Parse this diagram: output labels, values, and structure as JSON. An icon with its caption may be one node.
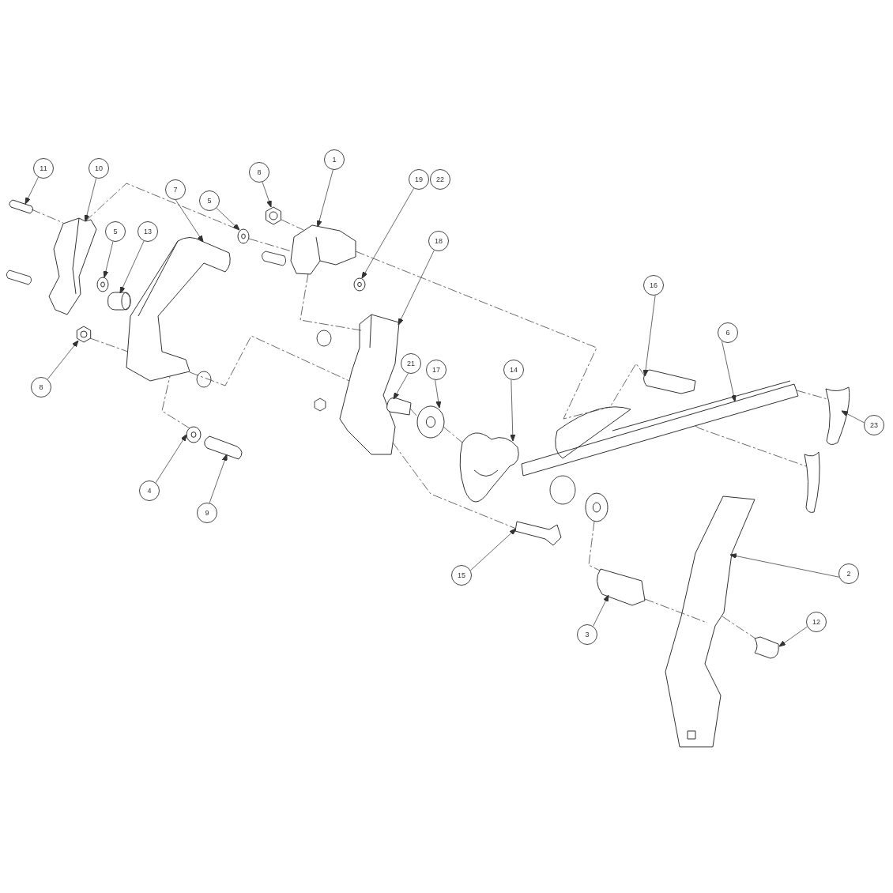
{
  "diagram": {
    "nodes": [
      {
        "text": [
          "11"
        ]
      },
      {
        "text": [
          "10"
        ]
      },
      {
        "text": [
          "7"
        ]
      },
      {
        "text": [
          "5"
        ]
      },
      {
        "text": [
          "8"
        ]
      },
      {
        "text": [
          "1"
        ]
      },
      {
        "text": [
          "19"
        ]
      },
      {
        "text": [
          "22"
        ]
      },
      {
        "text": [
          "5"
        ]
      },
      {
        "text": [
          "13"
        ]
      },
      {
        "text": [
          "18"
        ]
      },
      {
        "text": [
          "8"
        ]
      },
      {
        "text": [
          "16"
        ]
      },
      {
        "text": [
          "6"
        ]
      },
      {
        "text": [
          "21"
        ]
      },
      {
        "text": [
          "17"
        ]
      },
      {
        "text": [
          "14"
        ]
      },
      {
        "text": [
          "23"
        ]
      },
      {
        "text": [
          "4"
        ]
      },
      {
        "text": [
          "9"
        ]
      },
      {
        "text": [
          "15"
        ]
      },
      {
        "text": [
          "2"
        ]
      },
      {
        "text": [
          "3"
        ]
      },
      {
        "text": [
          "12"
        ]
      },
      {
        "text": [],
        "shape": "picture"
      },
      {
        "text": [],
        "shape": "picture"
      },
      {
        "text": [],
        "shape": "picture"
      },
      {
        "text": [],
        "shape": "circle"
      },
      {
        "text": [],
        "shape": "picture"
      },
      {
        "text": [],
        "shape": "picture"
      },
      {
        "text": [],
        "shape": "circle"
      },
      {
        "text": [],
        "shape": "circle"
      },
      {
        "text": [],
        "shape": "cylinder"
      },
      {
        "text": [],
        "shape": "picture"
      },
      {
        "text": [],
        "shape": "picture"
      },
      {
        "text": [],
        "shape": "picture"
      },
      {
        "text": [],
        "shape": "picture"
      },
      {
        "text": [],
        "shape": "picture"
      },
      {
        "text": [],
        "shape": "circle"
      },
      {
        "text": [],
        "shape": "picture"
      },
      {
        "text": [],
        "shape": "picture"
      },
      {
        "text": [],
        "shape": "circle"
      },
      {
        "text": [],
        "shape": "picture"
      },
      {
        "text": [],
        "shape": "picture"
      },
      {
        "text": [],
        "shape": "picture"
      },
      {
        "text": [],
        "shape": "picture"
      },
      {
        "text": [],
        "shape": "picture"
      },
      {
        "text": [],
        "shape": "circle"
      },
      {
        "text": [],
        "shape": "picture"
      }
    ],
    "edges": [
      {
        "from": 0,
        "to": 24,
        "arrow": "to"
      },
      {
        "from": 1,
        "to": 25,
        "arrow": "to"
      },
      {
        "from": 2,
        "to": 26,
        "arrow": "to"
      },
      {
        "from": 3,
        "to": 27,
        "arrow": "to"
      },
      {
        "from": 4,
        "to": 28,
        "arrow": "to"
      },
      {
        "from": 5,
        "to": 29,
        "arrow": "to"
      },
      {
        "from": 6,
        "to": 30,
        "arrow": "to"
      },
      {
        "from": 8,
        "to": 31,
        "arrow": "to"
      },
      {
        "from": 9,
        "to": 32,
        "arrow": "to"
      },
      {
        "from": 10,
        "to": 33,
        "arrow": "to"
      },
      {
        "from": 11,
        "to": 34,
        "arrow": "to"
      },
      {
        "from": 12,
        "to": 35,
        "arrow": "to"
      },
      {
        "from": 13,
        "to": 36,
        "arrow": "to"
      },
      {
        "from": 14,
        "to": 37,
        "arrow": "to"
      },
      {
        "from": 15,
        "to": 38,
        "arrow": "to"
      },
      {
        "from": 16,
        "to": 39,
        "arrow": "to"
      },
      {
        "from": 17,
        "to": 40,
        "arrow": "to"
      },
      {
        "from": 18,
        "to": 41,
        "arrow": "to"
      },
      {
        "from": 19,
        "to": 42,
        "arrow": "to"
      },
      {
        "from": 20,
        "to": 43,
        "arrow": "to"
      },
      {
        "from": 21,
        "to": 44,
        "arrow": "to"
      },
      {
        "from": 22,
        "to": 45,
        "arrow": "to"
      },
      {
        "from": 23,
        "to": 46,
        "arrow": "to"
      },
      {
        "from": 24,
        "to": 25,
        "arrow": "none",
        "style": "dashed"
      },
      {
        "from": 25,
        "to": 27,
        "arrow": "none",
        "style": "dashed"
      },
      {
        "from": 27,
        "to": 29,
        "arrow": "none",
        "style": "dashed"
      },
      {
        "from": 28,
        "to": 29,
        "arrow": "none",
        "style": "dashed"
      },
      {
        "from": 29,
        "to": 33,
        "arrow": "none",
        "style": "dashed"
      },
      {
        "from": 26,
        "to": 33,
        "arrow": "none",
        "style": "dashed"
      },
      {
        "from": 34,
        "to": 26,
        "arrow": "none",
        "style": "dashed"
      },
      {
        "from": 37,
        "to": 38,
        "arrow": "none",
        "style": "dashed"
      },
      {
        "from": 36,
        "to": 40,
        "arrow": "none",
        "style": "dashed"
      },
      {
        "from": 45,
        "to": 44,
        "arrow": "none",
        "style": "dashed"
      },
      {
        "from": 44,
        "to": 46,
        "arrow": "none",
        "style": "dashed"
      },
      {
        "from": 33,
        "to": 43,
        "arrow": "none",
        "style": "dashed"
      },
      {
        "from": 47,
        "to": 45,
        "arrow": "none",
        "style": "dashed"
      },
      {
        "from": 36,
        "to": 48,
        "arrow": "none",
        "style": "dashed"
      },
      {
        "from": 35,
        "to": 36,
        "arrow": "none",
        "style": "dashed"
      },
      {
        "from": 41,
        "to": 26,
        "arrow": "none",
        "style": "dashed"
      },
      {
        "from": 38,
        "to": 39,
        "arrow": "none",
        "style": "dashed"
      },
      {
        "from": 29,
        "to": 36,
        "arrow": "none",
        "style": "dashed"
      }
    ]
  }
}
